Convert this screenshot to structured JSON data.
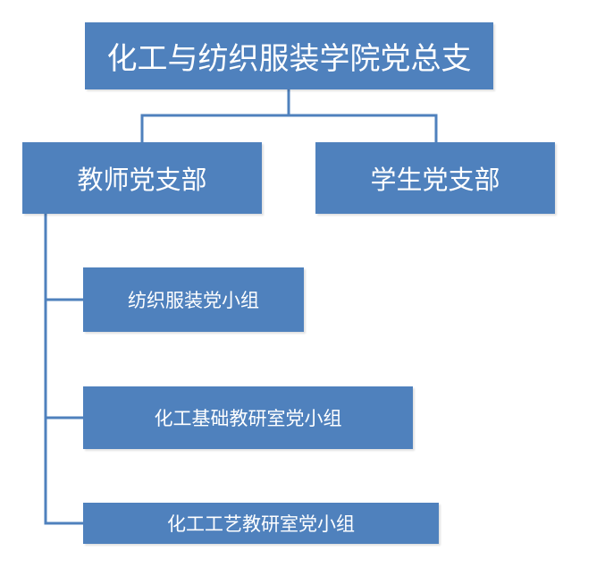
{
  "diagram": {
    "root": {
      "label": "化工与纺织服装学院党总支"
    },
    "branches": [
      {
        "label": "教师党支部"
      },
      {
        "label": "学生党支部"
      }
    ],
    "teacher_groups": [
      {
        "label": "纺织服装党小组"
      },
      {
        "label": "化工基础教研室党小组"
      },
      {
        "label": "化工工艺教研室党小组"
      }
    ]
  },
  "colors": {
    "box_fill": "#4f81bd",
    "box_text": "#ffffff",
    "connector": "#4f81bd"
  }
}
